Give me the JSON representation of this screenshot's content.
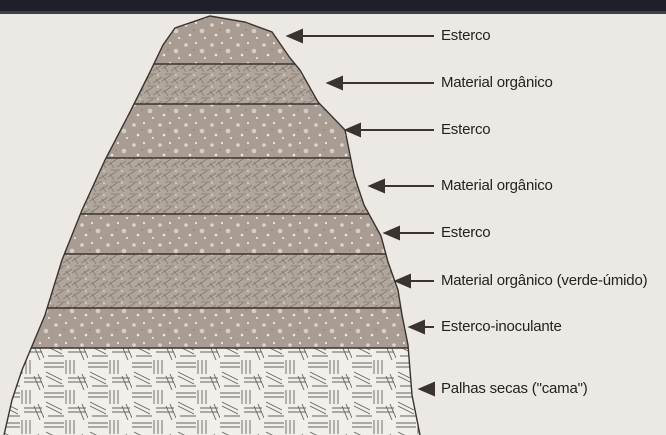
{
  "diagram": {
    "layers": [
      {
        "id": "l1",
        "label": "Esterco",
        "kind": "manure"
      },
      {
        "id": "l2",
        "label": "Material orgânico",
        "kind": "organic"
      },
      {
        "id": "l3",
        "label": "Esterco",
        "kind": "manure"
      },
      {
        "id": "l4",
        "label": "Material orgânico",
        "kind": "organic"
      },
      {
        "id": "l5",
        "label": "Esterco",
        "kind": "manure"
      },
      {
        "id": "l6",
        "label": "Material orgânico (verde-úmido)",
        "kind": "organic"
      },
      {
        "id": "l7",
        "label": "Esterco-inoculante",
        "kind": "manure"
      },
      {
        "id": "l8",
        "label": "Palhas secas (\"cama\")",
        "kind": "straw"
      }
    ]
  },
  "colors": {
    "background": "#ece9e4",
    "photo_strip": "#1d2028",
    "manure": "#a99d93",
    "organic": "#b1a69c",
    "straw": "#f1efea",
    "outline": "#3a3330",
    "arrow": "#3a3330",
    "speckle": "#d9d2cb"
  }
}
